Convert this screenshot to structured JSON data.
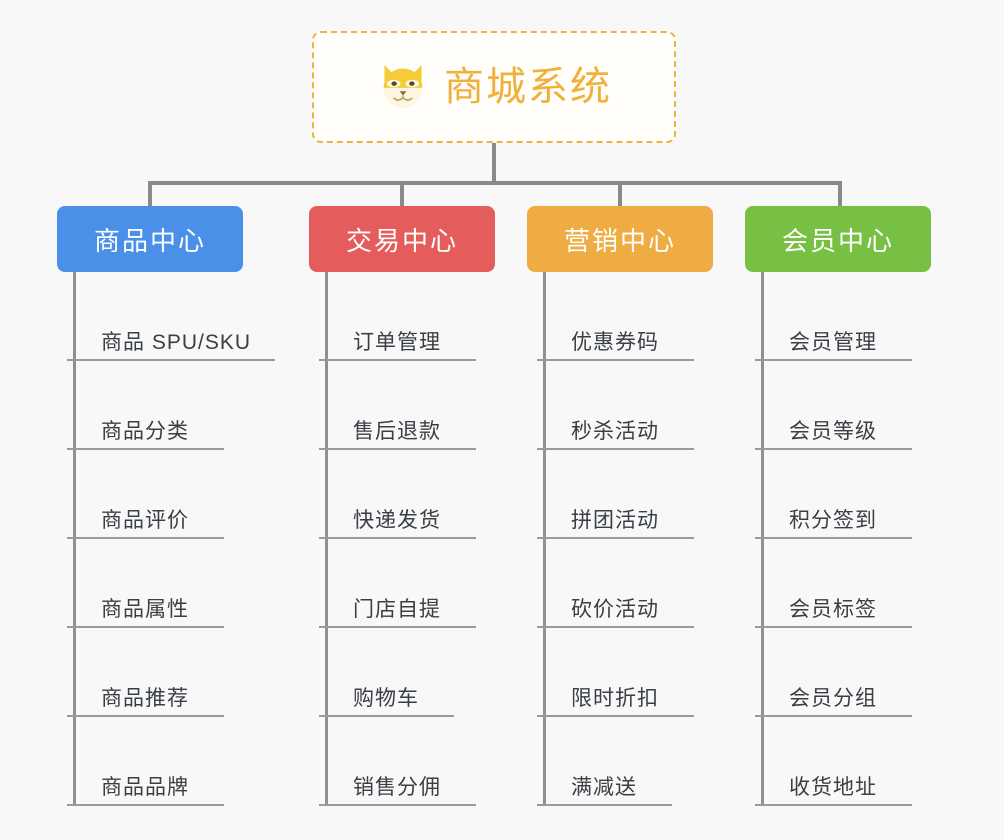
{
  "diagram": {
    "background_color": "#f8f8f8",
    "root": {
      "title": "商城系统",
      "icon": "shiba-dog-face-icon",
      "border_color": "#edb245",
      "text_color": "#f0b13a"
    },
    "connector_color": "#8a8a8a",
    "categories": [
      {
        "label": "商品中心",
        "color": "#4a90e8",
        "items": [
          "商品 SPU/SKU",
          "商品分类",
          "商品评价",
          "商品属性",
          "商品推荐",
          "商品品牌"
        ]
      },
      {
        "label": "交易中心",
        "color": "#e45c5c",
        "items": [
          "订单管理",
          "售后退款",
          "快递发货",
          "门店自提",
          "购物车",
          "销售分佣"
        ]
      },
      {
        "label": "营销中心",
        "color": "#eeac42",
        "items": [
          "优惠券码",
          "秒杀活动",
          "拼团活动",
          "砍价活动",
          "限时折扣",
          "满减送"
        ]
      },
      {
        "label": "会员中心",
        "color": "#78c043",
        "items": [
          "会员管理",
          "会员等级",
          "积分签到",
          "会员标签",
          "会员分组",
          "收货地址"
        ]
      }
    ]
  }
}
